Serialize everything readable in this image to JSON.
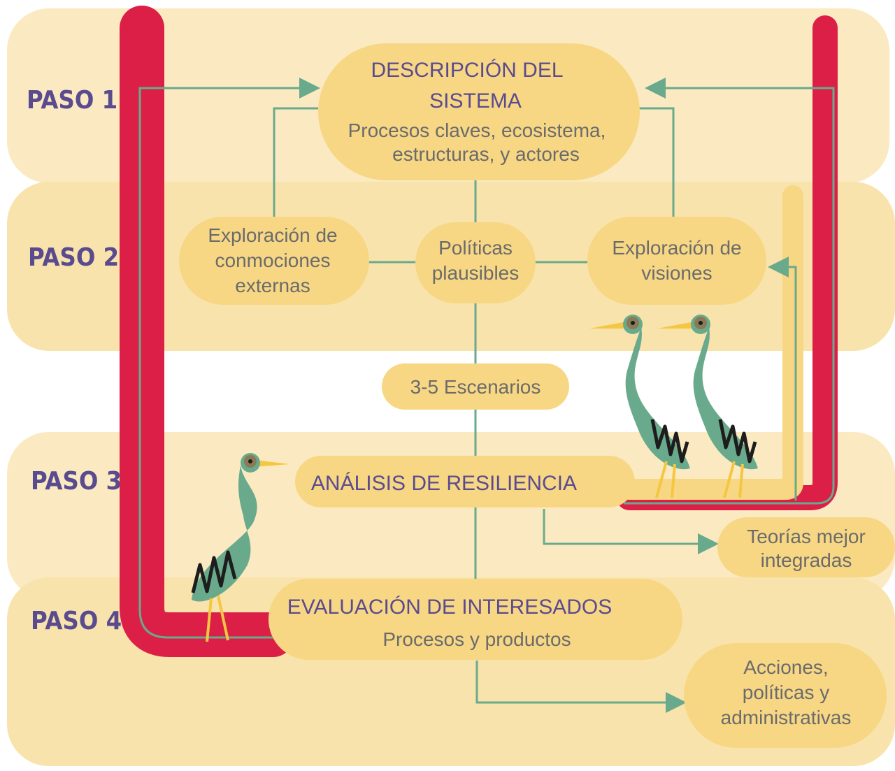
{
  "colors": {
    "band_light": "#fbeac1",
    "band_mid": "#f9e3ac",
    "node_fill": "#f7d784",
    "accent_red": "#db1f47",
    "connector": "#6aaa8c",
    "step_label": "#5a4b8f",
    "title_purple": "#5a4b8f",
    "body_grey": "#6b6b6b",
    "bird_body": "#6aaa8c",
    "bird_beak": "#f5c641"
  },
  "steps": [
    {
      "label": "PASO 1"
    },
    {
      "label": "PASO 2"
    },
    {
      "label": "PASO 3"
    },
    {
      "label": "PASO 4"
    }
  ],
  "nodes": {
    "descripcion": {
      "title_line1": "DESCRIPCIÓN DEL",
      "title_line2": "SISTEMA",
      "body_line1": "Procesos claves, ecosistema,",
      "body_line2": "estructuras, y actores"
    },
    "conmociones": {
      "line1": "Exploración de",
      "line2": "conmociones",
      "line3": "externas"
    },
    "politicas": {
      "line1": "Políticas",
      "line2": "plausibles"
    },
    "visiones": {
      "line1": "Exploración de",
      "line2": "visiones"
    },
    "escenarios": {
      "label": "3-5 Escenarios"
    },
    "resiliencia": {
      "title": "ANÁLISIS DE RESILIENCIA"
    },
    "teorias": {
      "line1": "Teorías mejor",
      "line2": "integradas"
    },
    "evaluacion": {
      "title": "EVALUACIÓN DE INTERESADOS",
      "body": "Procesos y productos"
    },
    "acciones": {
      "line1": "Acciones,",
      "line2": "políticas y",
      "line3": "administrativas"
    }
  },
  "decorations": [
    "heron-illustration",
    "heron-illustration",
    "heron-illustration"
  ]
}
